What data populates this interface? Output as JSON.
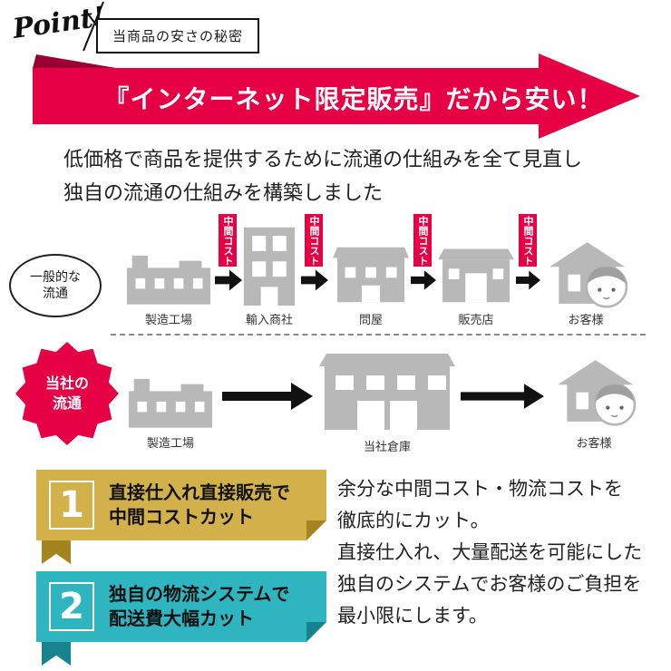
{
  "header": {
    "point_label": "Point!",
    "title": "当商品の安さの秘密"
  },
  "banner": {
    "text": "『インターネット限定販売』だから安い！",
    "bg_color": "#e60044",
    "fold_color": "#9c0033"
  },
  "intro": {
    "line1": "低価格で商品を提供するために流通の仕組みを全て見直し",
    "line2": "独自の流通の仕組みを構築しました"
  },
  "general_flow": {
    "label_line1": "一般的な",
    "label_line2": "流通",
    "cost_tag": "中間コスト",
    "steps": [
      {
        "label": "製造工場"
      },
      {
        "label": "輸入商社"
      },
      {
        "label": "問屋"
      },
      {
        "label": "販売店"
      },
      {
        "label": "お客様"
      }
    ]
  },
  "company_flow": {
    "label_line1": "当社の",
    "label_line2": "流通",
    "badge_color": "#e60044",
    "steps": [
      {
        "label": "製造工場"
      },
      {
        "label": "当社倉庫"
      },
      {
        "label": "お客様"
      }
    ]
  },
  "points": [
    {
      "number": "1",
      "line1": "直接仕入れ直接販売で",
      "line2": "中間コストカット",
      "bg": "#d2b14b",
      "tail": "#a3841f"
    },
    {
      "number": "2",
      "line1": "独自の物流システムで",
      "line2": "配送費大幅カット",
      "bg": "#2fb5c0",
      "tail": "#17838f"
    }
  ],
  "summary": {
    "lines": [
      "余分な中間コスト・物流コストを",
      "徹底的にカット。",
      "直接仕入れ、大量配送を可能にした",
      "独自のシステムでお客様のご負担を",
      "最小限にします。"
    ]
  }
}
